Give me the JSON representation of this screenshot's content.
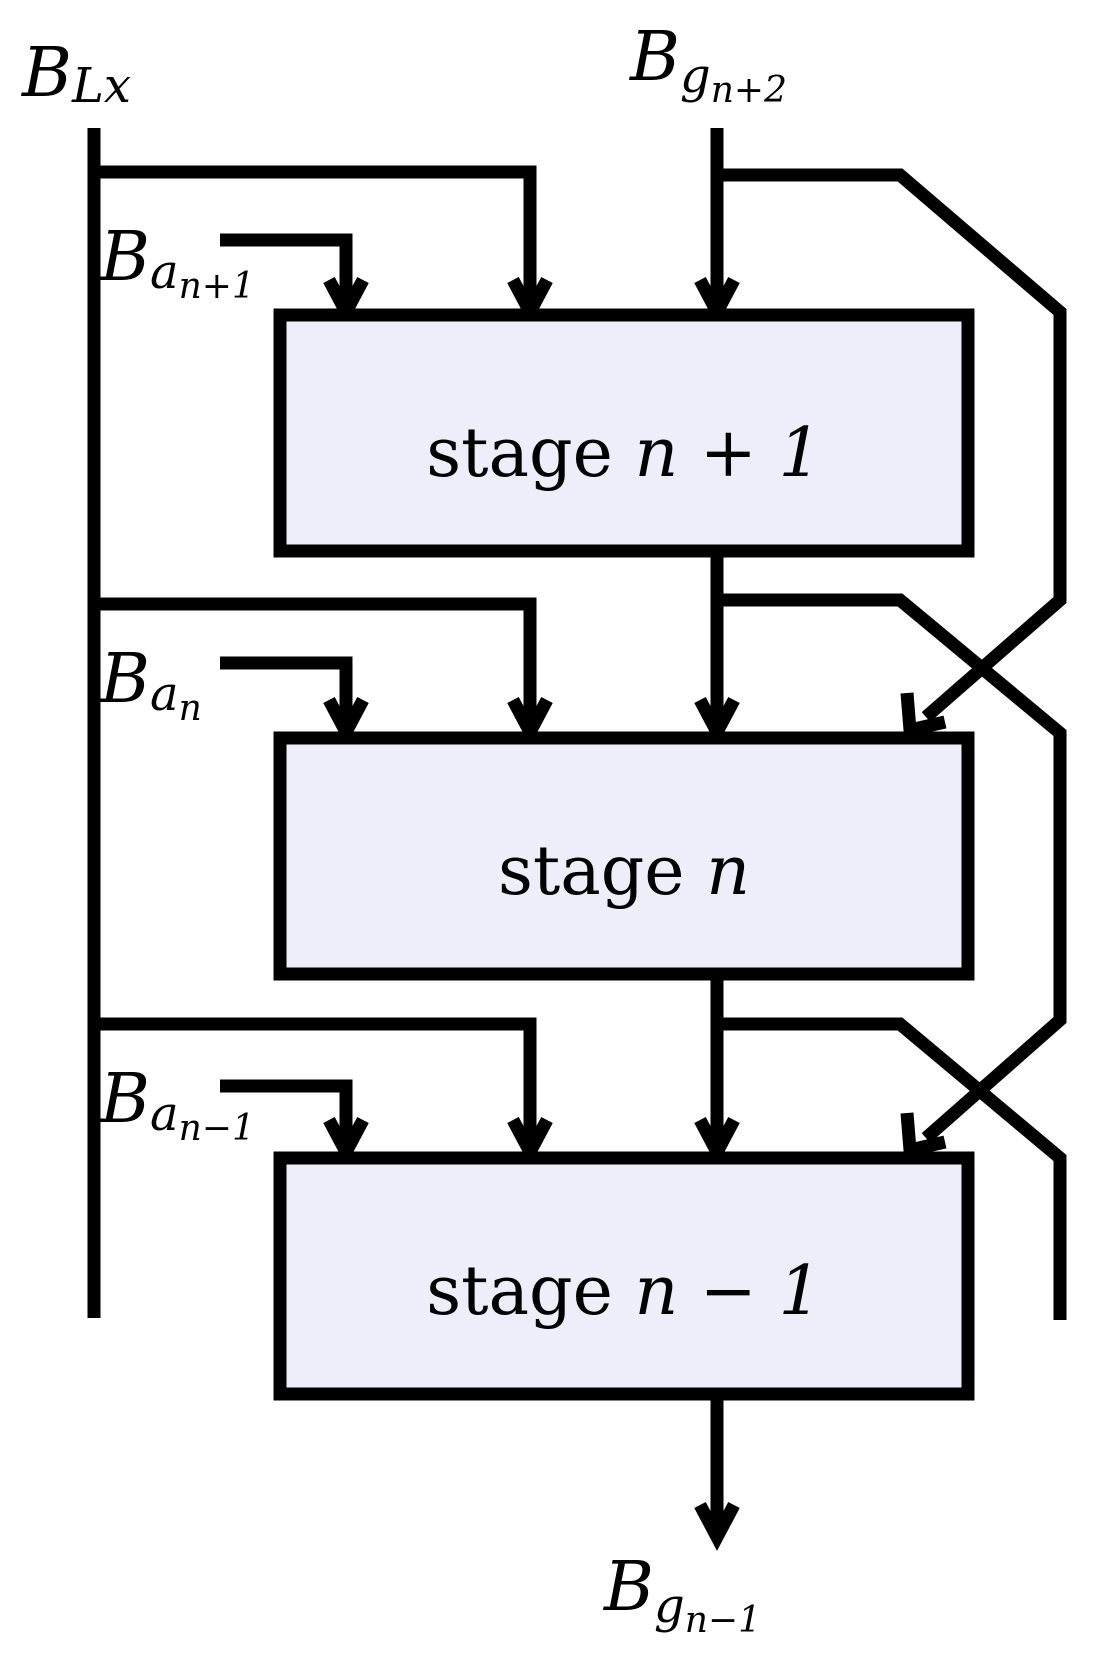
{
  "colors": {
    "stage_fill": "#eeeefb",
    "wire": "#000000",
    "background": "#ffffff"
  },
  "labels": {
    "bus_lx": {
      "base": "B",
      "sub": "Lx"
    },
    "g_top": {
      "base": "B",
      "sub": "g",
      "subsub": "n+2"
    },
    "a_top": {
      "base": "B",
      "sub": "a",
      "subsub": "n+1"
    },
    "a_mid": {
      "base": "B",
      "sub": "a",
      "subsub": "n"
    },
    "a_bot": {
      "base": "B",
      "sub": "a",
      "subsub": "n−1"
    },
    "g_out": {
      "base": "B",
      "sub": "g",
      "subsub": "n−1"
    }
  },
  "stages": [
    {
      "word": "stage",
      "index": "n + 1"
    },
    {
      "word": "stage",
      "index": "n"
    },
    {
      "word": "stage",
      "index": "n − 1"
    }
  ]
}
